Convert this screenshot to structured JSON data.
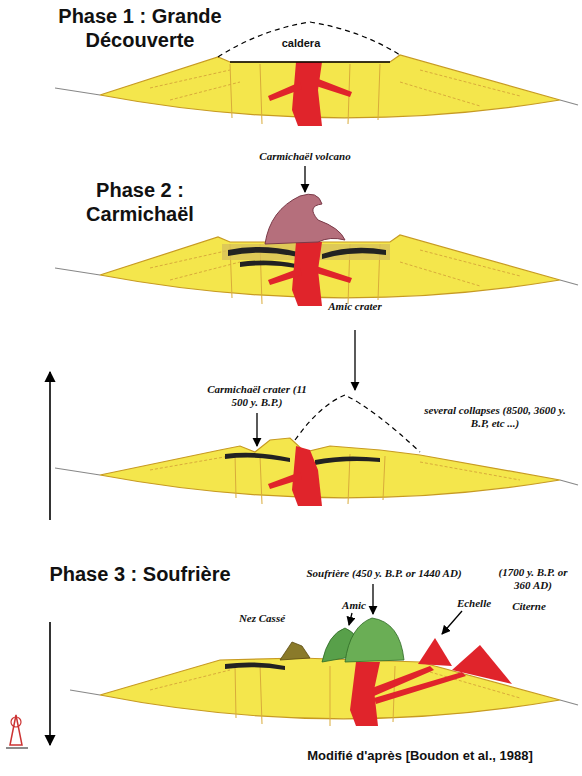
{
  "diagram": {
    "caption": "Modifié d'après [Boudon et al., 1988]",
    "labels": [
      "Phase 1 : Grande Découverte",
      "caldera",
      "Phase 2 : Carmichaël",
      "Carmichaël volcano",
      "Carmichaël crater (11 500 y. B.P.)",
      "Amic crater",
      "several collapses (8500, 3600 y. B.P, etc ...)",
      "Phase 3 : Soufrière",
      "Soufrière (450 y. B.P. or 1440 AD)",
      "Amic",
      "Nez Cassé",
      "Echelle",
      "(1700 y. B.P. or 360 AD)",
      "Citerne"
    ]
  }
}
